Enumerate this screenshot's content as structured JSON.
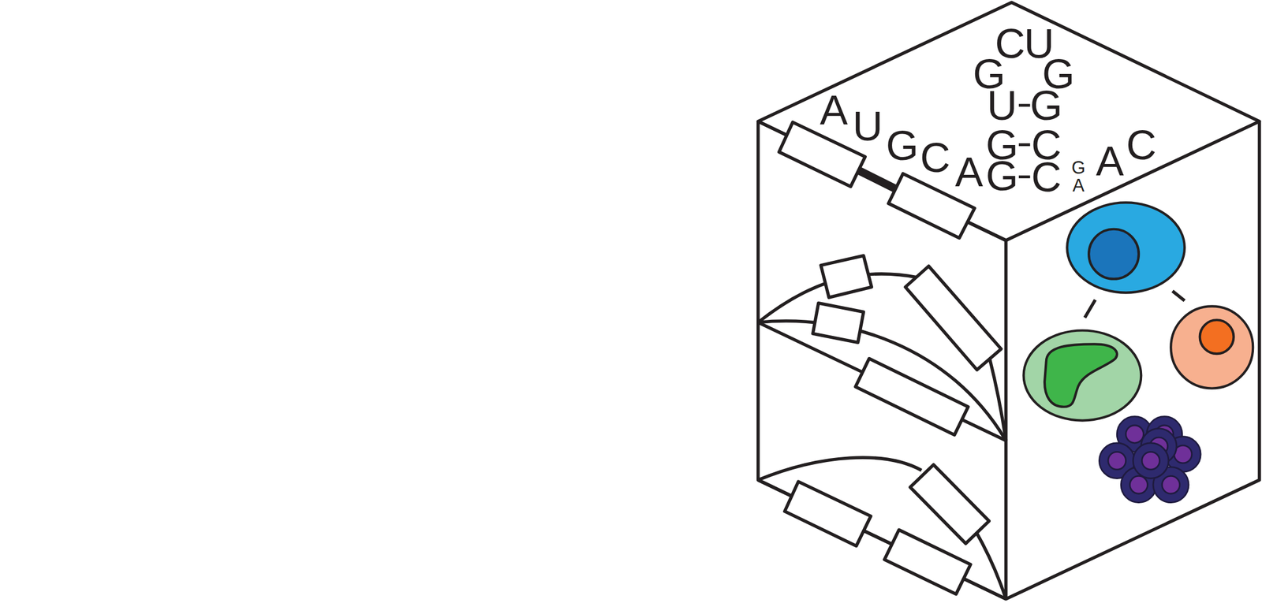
{
  "diagram": {
    "labels": [
      "A",
      "U",
      "G",
      "C",
      "A",
      "G",
      "G",
      "U",
      "G",
      "C",
      "U",
      "G",
      "G",
      "C",
      "C",
      "G",
      "A",
      "A",
      "C"
    ]
  }
}
